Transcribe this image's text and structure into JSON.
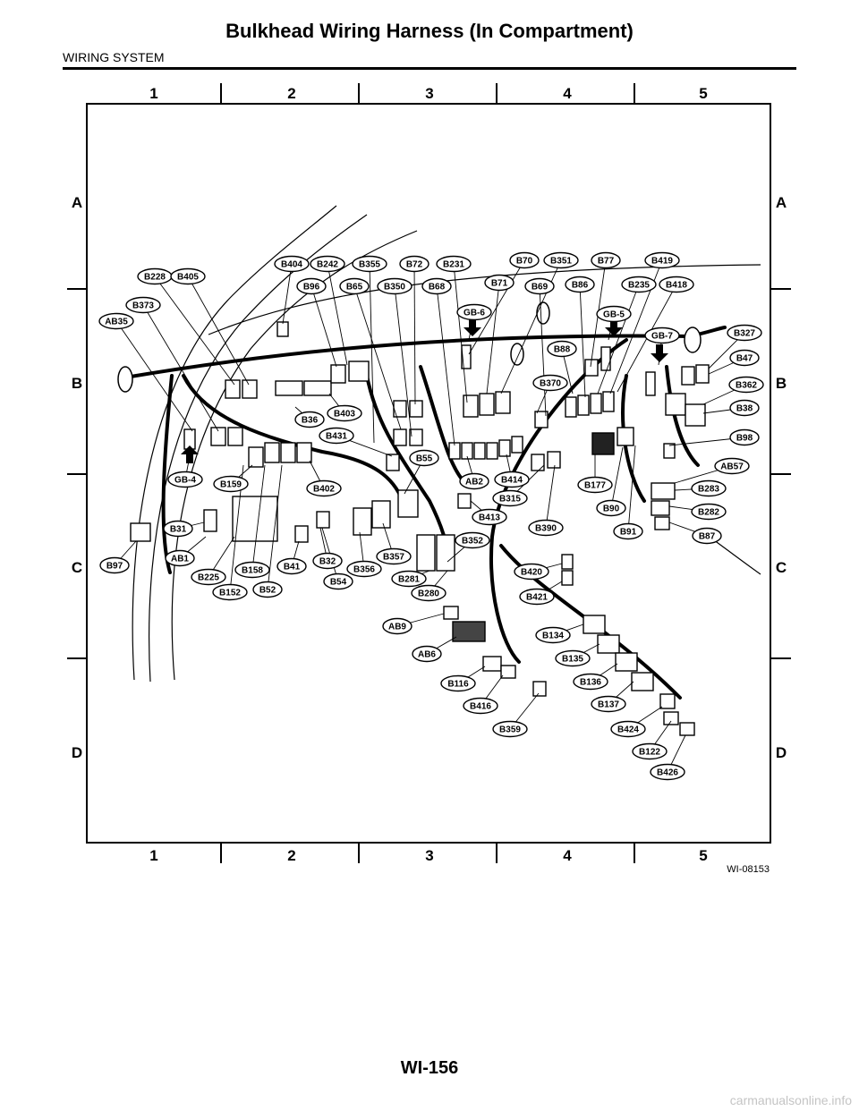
{
  "header": {
    "title": "Bulkhead Wiring Harness (In Compartment)",
    "section": "WIRING SYSTEM"
  },
  "footer": {
    "page_number": "WI-156",
    "watermark": "carmanualsonline.info"
  },
  "diagram": {
    "figure_id": "WI-08153",
    "grid": {
      "columns": [
        "1",
        "2",
        "3",
        "4",
        "5"
      ],
      "rows": [
        "A",
        "B",
        "C",
        "D"
      ]
    },
    "connectors": [
      "B228",
      "B405",
      "B404",
      "B242",
      "B355",
      "B72",
      "B231",
      "B70",
      "B351",
      "B77",
      "B419",
      "B96",
      "B65",
      "B350",
      "B68",
      "B71",
      "B69",
      "B86",
      "B235",
      "B418",
      "B373",
      "AB35",
      "GB-6",
      "GB-5",
      "GB-7",
      "B327",
      "B88",
      "B47",
      "B370",
      "B362",
      "B36",
      "B403",
      "B38",
      "B431",
      "B55",
      "B98",
      "AB57",
      "GB-4",
      "B159",
      "B402",
      "AB2",
      "B414",
      "B177",
      "B283",
      "B315",
      "B90",
      "B282",
      "B31",
      "B413",
      "B390",
      "B91",
      "B87",
      "B97",
      "AB1",
      "B352",
      "B225",
      "B158",
      "B41",
      "B32",
      "B357",
      "B356",
      "B281",
      "B420",
      "B152",
      "B52",
      "B54",
      "B280",
      "B421",
      "AB9",
      "B134",
      "AB6",
      "B135",
      "B116",
      "B136",
      "B416",
      "B137",
      "B424",
      "B359",
      "B122",
      "B426"
    ]
  }
}
